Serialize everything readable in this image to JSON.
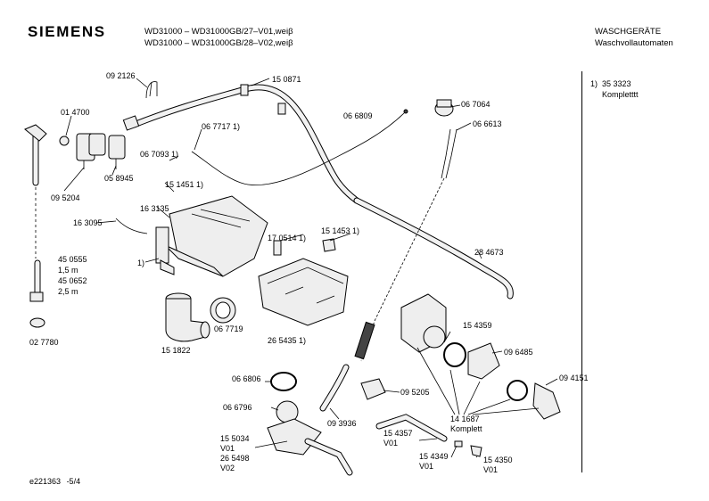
{
  "header": {
    "brand": "SIEMENS",
    "model_line_1": "WD31000 – WD31000GB/27–V01,weiβ",
    "model_line_2": "WD31000 – WD31000GB/28–V02,weiβ",
    "category_line_1": "WASCHGERÄTE",
    "category_line_2": "Waschvollautomaten"
  },
  "notes": {
    "note_ref": "1)",
    "note_part": "35 3323",
    "note_text": "Kompletttt"
  },
  "footer": {
    "doc_id": "e221363",
    "page": "-5/4"
  },
  "labels": {
    "p092126": "09 2126",
    "p150871": "15 0871",
    "p014700": "01 4700",
    "p067717": "06 7717 1)",
    "p066809": "06 6809",
    "p067064": "06 7064",
    "p066613": "06 6613",
    "p067093": "06 7093 1)",
    "p095204": "09 5204",
    "p058945": "05 8945",
    "p151451": "15 1451 1)",
    "p163135": "16 3135",
    "p163095": "16 3095",
    "p170514": "17 0514 1)",
    "p151453": "15 1453 1)",
    "p284673": "28 4673",
    "p450555": "45 0555",
    "len1": "1,5 m",
    "p450652": "45 0652",
    "len2": "2,5 m",
    "ref1": "1)",
    "p027780": "02 7780",
    "p067719": "06 7719",
    "p151822": "15 1822",
    "p265435": "26 5435 1)",
    "p154359": "15 4359",
    "p096485": "09 6485",
    "p094151": "09 4151",
    "p066806": "06 6806",
    "p095205": "09 5205",
    "p066796": "06 6796",
    "p093936": "09 3936",
    "p141687": "14 1687",
    "komplett": "Komplett",
    "p155034": "15 5034",
    "v01a": "V01",
    "p265498": "26 5498",
    "v02": "V02",
    "p154357": "15 4357",
    "v01b": "V01",
    "p154349": "15 4349",
    "v01c": "V01",
    "p154350": "15 4350",
    "v01d": "V01"
  }
}
